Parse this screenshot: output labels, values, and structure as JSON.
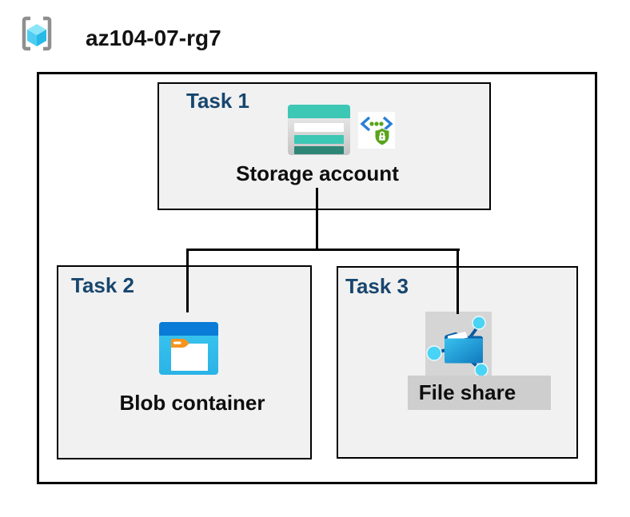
{
  "header": {
    "icon": "resource-group-icon",
    "title": "az104-07-rg7"
  },
  "diagram": {
    "task1": {
      "label": "Task 1",
      "item_label": "Storage account",
      "icons": [
        "storage-account-icon",
        "secure-access-icon"
      ]
    },
    "task2": {
      "label": "Task 2",
      "item_label": "Blob container",
      "icons": [
        "blob-container-icon"
      ]
    },
    "task3": {
      "label": "Task 3",
      "item_label": "File share",
      "icons": [
        "file-share-icon"
      ]
    },
    "connections": [
      {
        "from": "Storage account",
        "to": "Blob container"
      },
      {
        "from": "Storage account",
        "to": "File share"
      }
    ]
  },
  "colors": {
    "task_label": "#17466e",
    "box_fill": "#f1f1f1",
    "border": "#000000",
    "storage_teal": "#3dc7b5",
    "storage_teal_dark": "#2e8677",
    "blob_blue": "#0a7bd6",
    "blob_cyan": "#35c3ee",
    "tab_orange": "#f7941e",
    "shield_green": "#59a41d",
    "bracket_gray": "#8f8f8f",
    "fileshare_highlight": "#cecece",
    "fileshare_square": "#d5d5d5"
  }
}
